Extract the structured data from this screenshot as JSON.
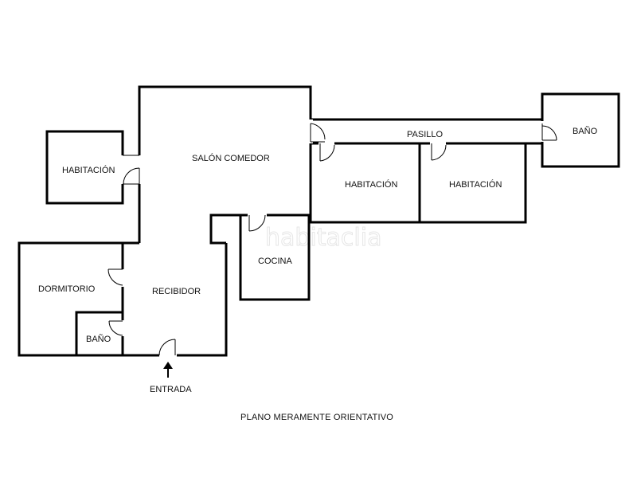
{
  "rooms": {
    "habitacion_left": "HABITACIÓN",
    "salon_comedor": "SALÓN COMEDOR",
    "pasillo": "PASILLO",
    "bano_right": "BAÑO",
    "habitacion_mid": "HABITACIÓN",
    "habitacion_right": "HABITACIÓN",
    "cocina": "COCINA",
    "dormitorio": "DORMITORIO",
    "recibidor": "RECIBIDOR",
    "bano_small": "BAÑO"
  },
  "entrance_label": "ENTRADA",
  "footer_note": "PLANO MERAMENTE ORIENTATIVO",
  "watermark": "habitaclia"
}
